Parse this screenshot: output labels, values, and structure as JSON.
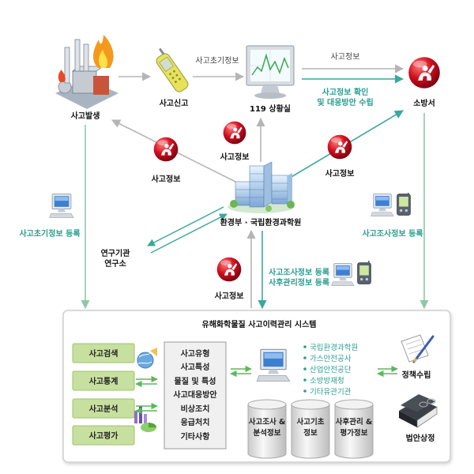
{
  "nodes": {
    "accident": "사고발생",
    "report": "사고신고",
    "situation_room": "119 상황실",
    "fire_station": "소방서",
    "ministry": "환경부 · 국립환경과학원",
    "research": [
      "연구기관",
      "연구소"
    ]
  },
  "flows": {
    "initial_info": "사고초기정보",
    "accident_info_top": "사고정보",
    "confirm_response": [
      "사고정보 확인",
      "및 대응방안 수립"
    ],
    "accident_info_left": "사고정보",
    "accident_info_center": "사고정보",
    "accident_info_right": "사고정보",
    "accident_info_bottom": "사고정보",
    "register_initial": "사고초기정보 등록",
    "register_investigation": "사고조사정보 등록",
    "register_center": [
      "사고조사정보 등록",
      "사후관리정보 등록"
    ]
  },
  "system": {
    "title": "유해화학물질 사고이력관리 시스템",
    "functions": [
      "사고검색",
      "사고통계",
      "사고분석",
      "사고평가"
    ],
    "attributes": [
      "사고유형",
      "사고특성",
      "물질 및 특성",
      "사고대응방안",
      "비상조치",
      "응급처치",
      "기타사항"
    ],
    "agencies": [
      "국립환경과학원",
      "가스안전공사",
      "산업안전공단",
      "소방방재청",
      "기타유관기관"
    ],
    "databases": [
      [
        "사고조사 &",
        "분석정보"
      ],
      [
        "사고기초",
        "정보"
      ],
      [
        "사후관리 &",
        "평가정보"
      ]
    ],
    "outputs": [
      "정책수립",
      "법안상정"
    ]
  },
  "colors": {
    "teal": "#2a9d8f",
    "arrow_gray": "#b5b5b5",
    "alert_red": "#d0101f",
    "function_green": "#c7e09f"
  },
  "icons": [
    "factory-fire-icon",
    "mobile-phone-icon",
    "monitor-icon",
    "alert-ball-icon",
    "ministry-building-icon",
    "computer-icon",
    "pda-icon",
    "database-cylinder-icon",
    "document-pen-icon",
    "law-book-icon"
  ]
}
